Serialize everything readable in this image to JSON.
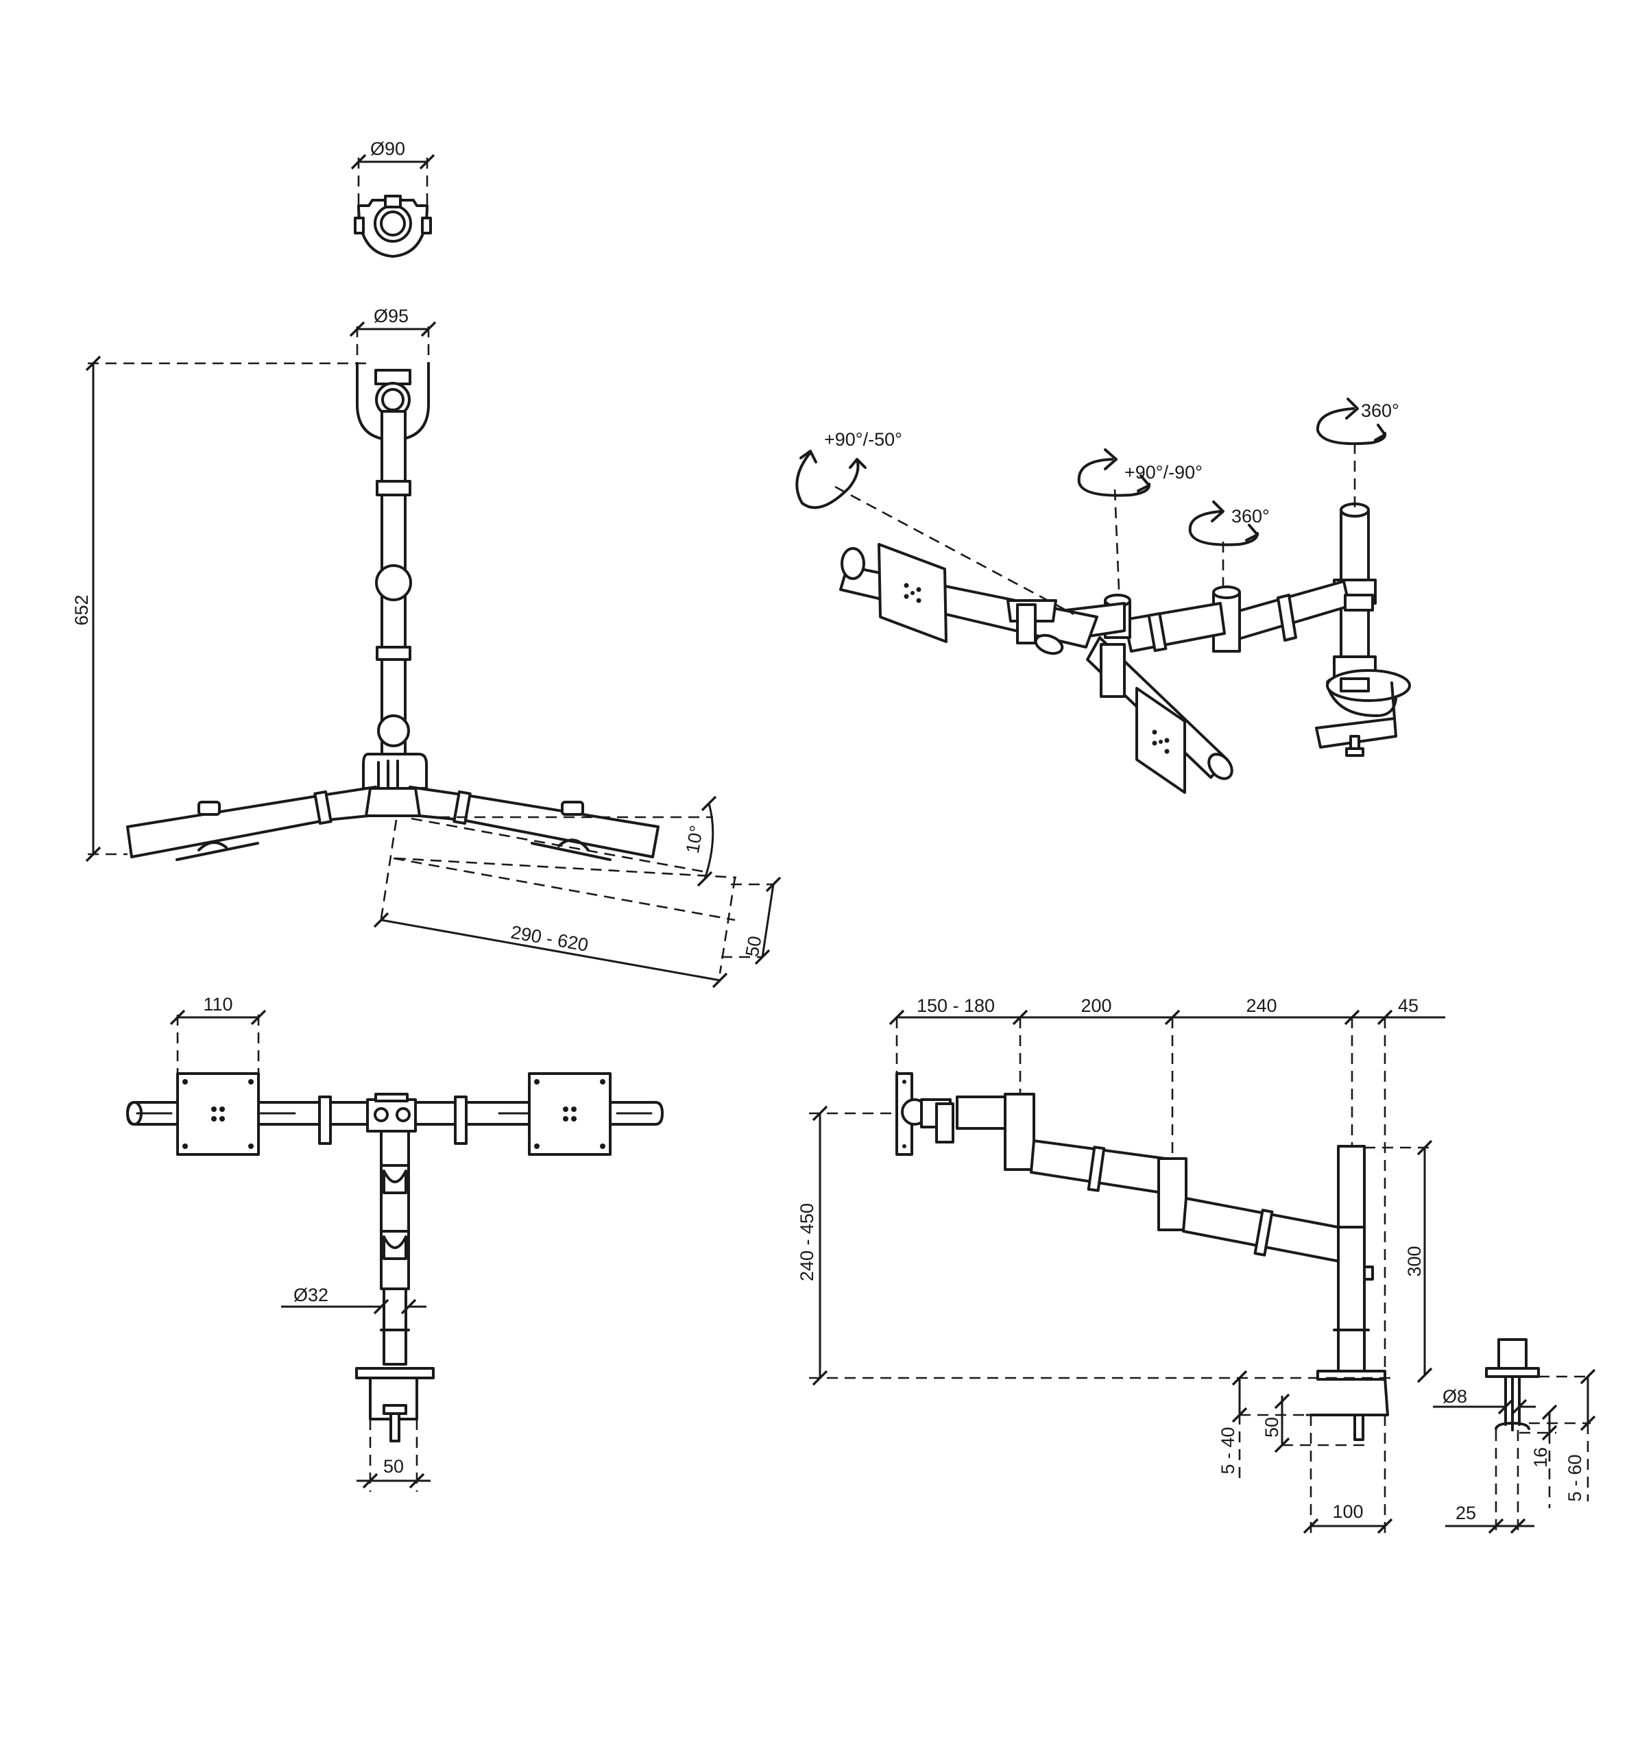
{
  "dimensions": {
    "top_diameter_small": "Ø90",
    "top_diameter_large": "Ø95",
    "total_depth": "652",
    "tilt_angle": "10°",
    "arm_reach": "290 - 620",
    "offset": "50",
    "vesa_width": "110",
    "pole_diameter": "Ø32",
    "clamp_width": "50",
    "side_reach_1": "150 - 180",
    "side_reach_2": "200",
    "side_reach_3": "240",
    "side_reach_4": "45",
    "height_range": "240 - 450",
    "pole_height": "300",
    "desk_thickness": "5 - 40",
    "clamp_offset": "50",
    "clamp_depth": "100",
    "bolt_diameter": "Ø8",
    "grommet_thickness": "5 - 60",
    "grommet_bolt": "16",
    "grommet_width": "25"
  },
  "rotations": {
    "tilt": "+90°/-50°",
    "swivel": "+90°/-90°",
    "arm_rotation": "360°",
    "pole_rotation": "360°"
  }
}
